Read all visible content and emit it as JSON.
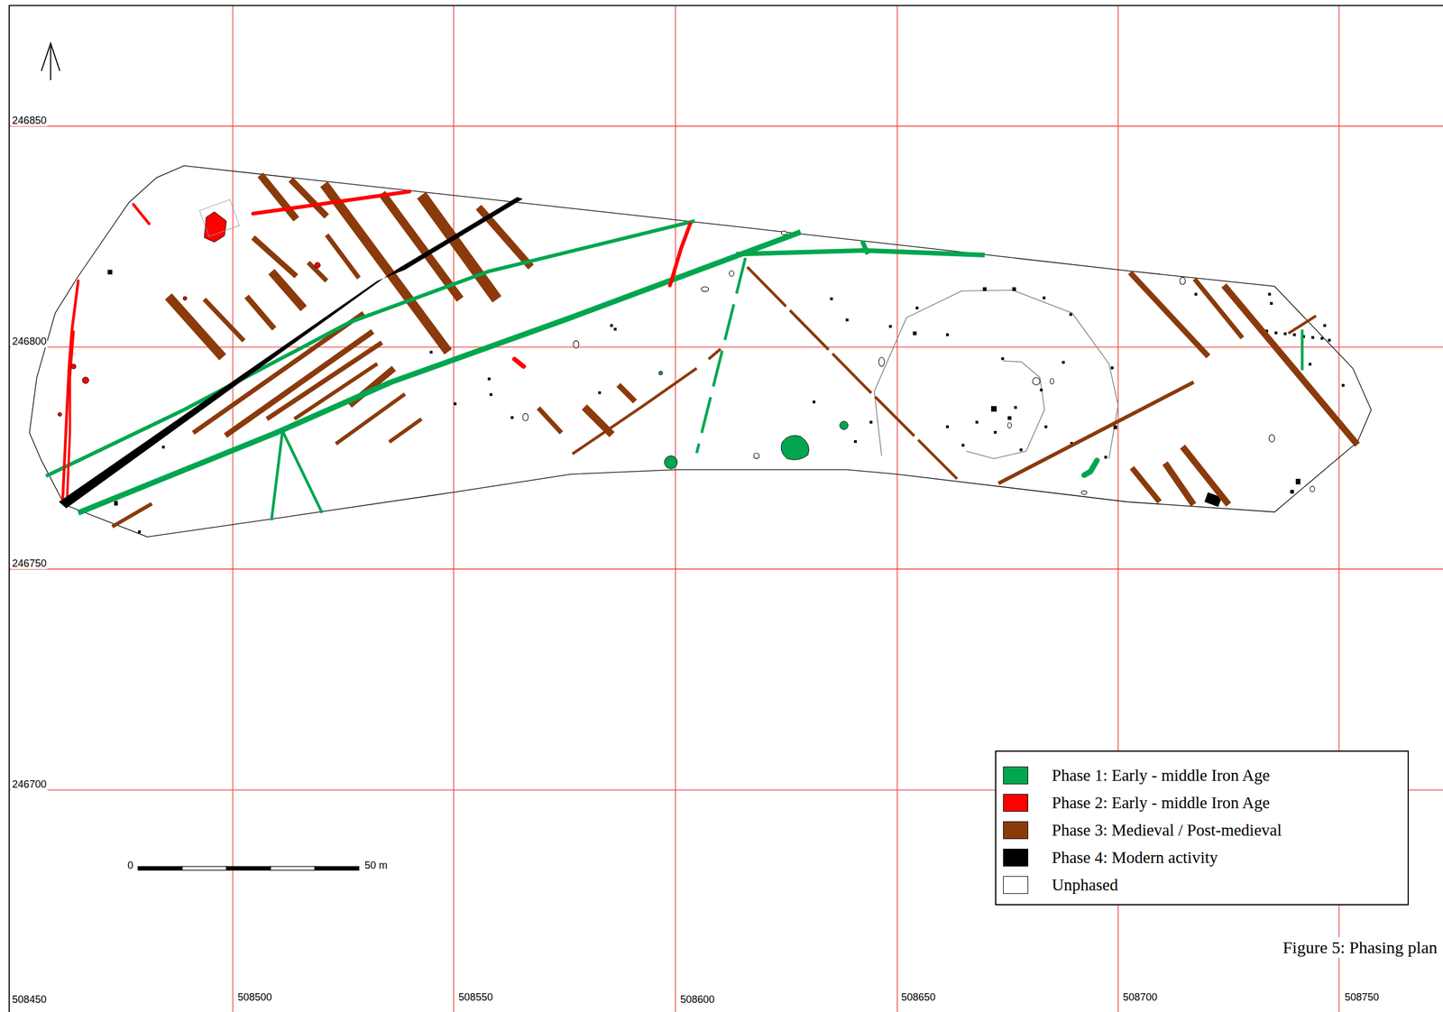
{
  "diagram": {
    "caption": "Figure 5: Phasing plan",
    "labels": [
      "246850",
      "246800",
      "246750",
      "246700",
      "0",
      "50 m",
      "508450",
      "508500",
      "508550",
      "508600",
      "508650",
      "508700",
      "508750"
    ],
    "legend": [
      {
        "text": "Phase 1: Early - middle Iron Age",
        "color": "#00a650"
      },
      {
        "text": "Phase 2: Early - middle Iron Age",
        "color": "#ff0000"
      },
      {
        "text": "Phase 3: Medieval / Post-medieval",
        "color": "#8b3a0b"
      },
      {
        "text": "Phase 4: Modern activity",
        "color": "#000000"
      },
      {
        "text": "Unphased",
        "color": "#ffffff"
      }
    ]
  }
}
